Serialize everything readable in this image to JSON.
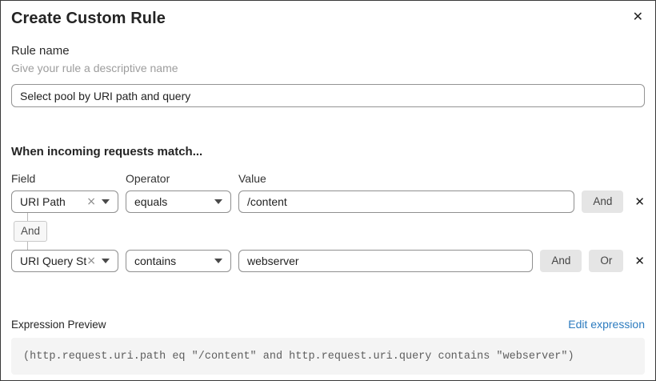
{
  "dialog": {
    "title": "Create Custom Rule"
  },
  "icons": {
    "close": "✕",
    "remove": "✕",
    "clear": "×"
  },
  "rule_name": {
    "label": "Rule name",
    "hint": "Give your rule a descriptive name",
    "value": "Select pool by URI path and query"
  },
  "match": {
    "heading": "When incoming requests match...",
    "columns": {
      "field": "Field",
      "operator": "Operator",
      "value": "Value"
    },
    "connector": "And",
    "rows": [
      {
        "field": "URI Path",
        "operator": "equals",
        "value": "/content",
        "buttons": [
          "And"
        ]
      },
      {
        "field": "URI Query St...",
        "operator": "contains",
        "value": "webserver",
        "buttons": [
          "And",
          "Or"
        ]
      }
    ]
  },
  "expression": {
    "label": "Expression Preview",
    "edit_link": "Edit expression",
    "code": "(http.request.uri.path eq \"/content\" and http.request.uri.query contains \"webserver\")"
  },
  "colors": {
    "link_blue": "#2c7bbf",
    "button_gray": "#e5e5e5",
    "code_bg": "#f4f4f4",
    "border_dark": "#3a3a3a"
  }
}
